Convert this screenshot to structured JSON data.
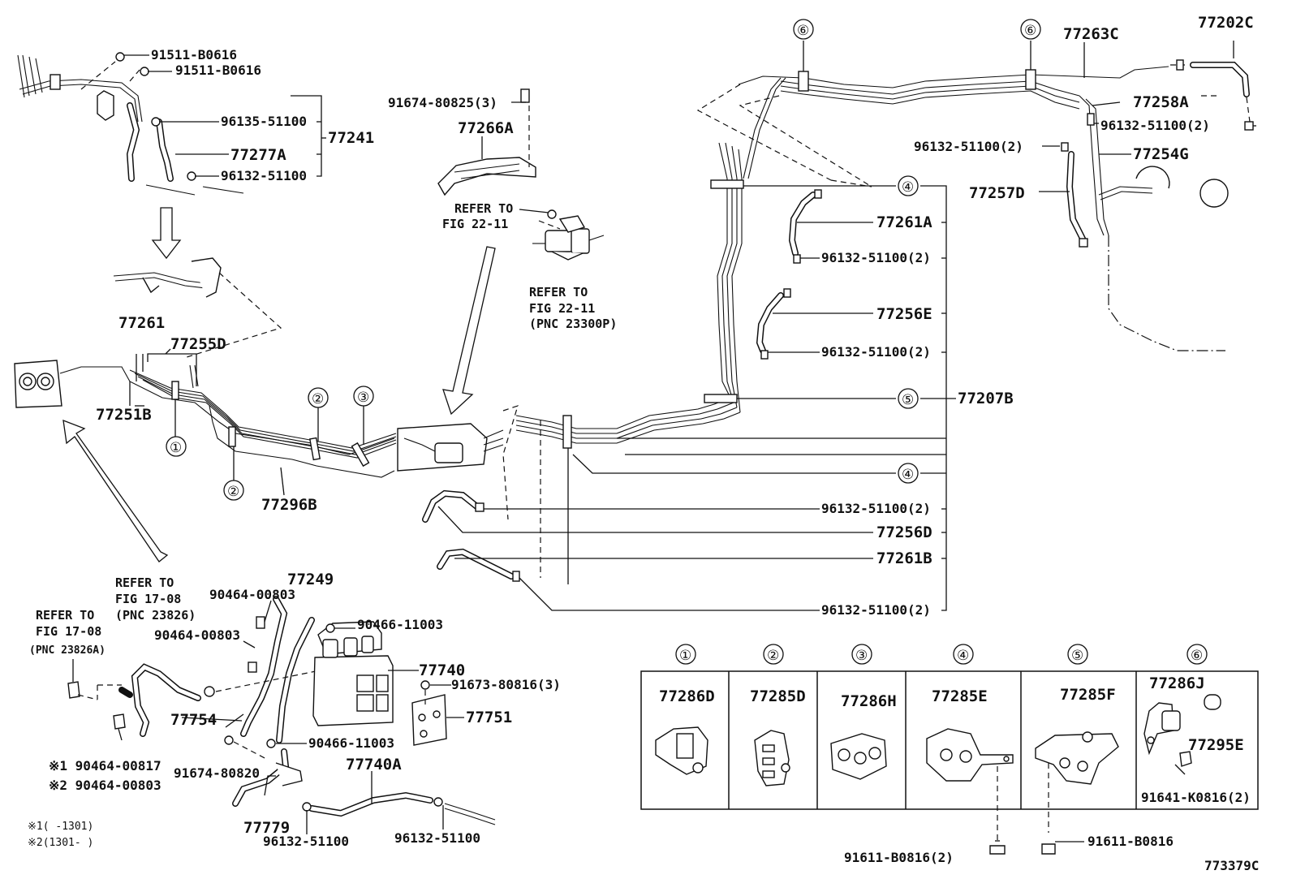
{
  "figure_code": "773379C",
  "callouts": {
    "c1": "①",
    "c2": "②",
    "c3": "③",
    "c4": "④",
    "c5": "⑤",
    "c6": "⑥"
  },
  "labels": {
    "p91511_a": "91511-B0616",
    "p91511_b": "91511-B0616",
    "p96135": "96135-51100",
    "p77241": "77241",
    "p77277A": "77277A",
    "p96132_top": "96132-51100",
    "p91674_80825": "91674-80825(3)",
    "p77266A": "77266A",
    "refer_a1": "REFER TO",
    "refer_a2": "FIG 22-11",
    "refer_b1": "REFER TO",
    "refer_b2": "FIG 22-11",
    "refer_b3": "(PNC 23300P)",
    "p77261": "77261",
    "p77255D": "77255D",
    "p77251B": "77251B",
    "p77296B": "77296B",
    "p77263C": "77263C",
    "p77202C": "77202C",
    "p77258A": "77258A",
    "p96132_2a": "96132-51100(2)",
    "p96132_2b": "96132-51100(2)",
    "p77254G": "77254G",
    "p77257D": "77257D",
    "p77261A": "77261A",
    "p96132_2c": "96132-51100(2)",
    "p77256E": "77256E",
    "p96132_2d": "96132-51100(2)",
    "p77207B": "77207B",
    "p96132_2e": "96132-51100(2)",
    "p77256D": "77256D",
    "p77261B": "77261B",
    "p96132_2f": "96132-51100(2)",
    "refer_c1": "REFER TO",
    "refer_c2": "FIG 17-08",
    "refer_c3": "(PNC 23826)",
    "refer_d1": "REFER TO",
    "refer_d2": "FIG 17-08",
    "refer_d3": "(PNC 23826A)",
    "p77249": "77249",
    "p90464_00803a": "90464-00803",
    "p90464_00803b": "90464-00803",
    "p90466_a": "90466-11003",
    "p77740": "77740",
    "p91673": "91673-80816(3)",
    "p77751": "77751",
    "p77754": "77754",
    "p90466_b": "90466-11003",
    "p77740A": "77740A",
    "p91674_80820": "91674-80820",
    "p77779": "77779",
    "p96132_bot1": "96132-51100",
    "p96132_bot2": "96132-51100",
    "note1": "※1 90464-00817",
    "note2": "※2 90464-00803",
    "note3": "※1(     -1301)",
    "note4": "※2(1301-     )",
    "p91611_2": "91611-B0816(2)",
    "p91611": "91611-B0816"
  },
  "legend": [
    {
      "num": "①",
      "part": "77286D"
    },
    {
      "num": "②",
      "part": "77285D"
    },
    {
      "num": "③",
      "part": "77286H"
    },
    {
      "num": "④",
      "part": "77285E"
    },
    {
      "num": "⑤",
      "part": "77285F"
    },
    {
      "num": "⑥",
      "part": "77286J",
      "part2": "77295E",
      "part3": "91641-K0816(2)"
    }
  ]
}
